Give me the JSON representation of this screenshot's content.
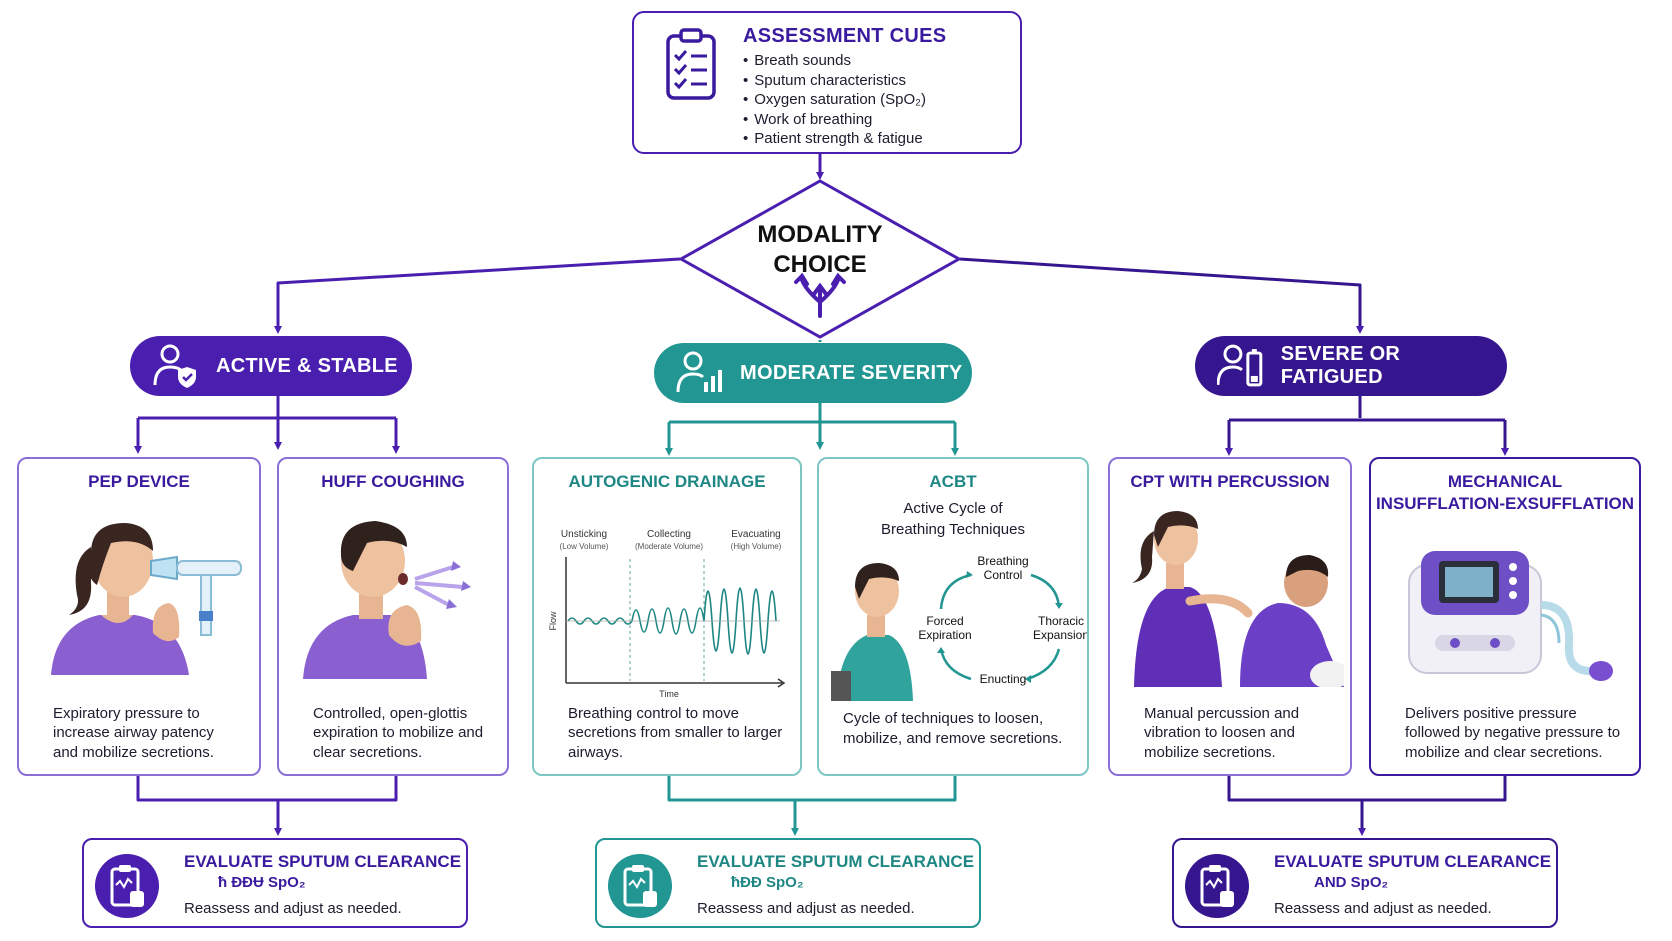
{
  "assessment": {
    "title": "ASSESSMENT CUES",
    "items": [
      "Breath sounds",
      "Sputum characteristics",
      "Oxygen saturation (SpO₂)",
      "Work of breathing",
      "Patient strength & fatigue"
    ]
  },
  "decision": {
    "title_line1": "MODALITY",
    "title_line2": "CHOICE"
  },
  "categories": {
    "active": "ACTIVE & STABLE",
    "moderate": "MODERATE SEVERITY",
    "severe": "SEVERE OR FATIGUED"
  },
  "modalities": {
    "pep": {
      "title": "PEP DEVICE",
      "description": "Expiratory pressure to increase airway patency and mobilize secretions."
    },
    "huff": {
      "title": "HUFF COUGHING",
      "description": "Controlled, open-glottis expiration to mobilize and clear secretions."
    },
    "autogenic": {
      "title": "AUTOGENIC DRAINAGE",
      "description": "Breathing control to move secretions from smaller to larger airways.",
      "chart": {
        "phases": [
          "Unsticking",
          "Collecting",
          "Evacuating"
        ],
        "phase_notes": [
          "(Low Volume)",
          "(Moderate Volume)",
          "(High Volume)"
        ],
        "xlabel": "Time",
        "ylabel": "Flow"
      }
    },
    "acbt": {
      "title": "ACBT",
      "subtitle_line1": "Active Cycle of",
      "subtitle_line2": "Breathing Techniques",
      "description": "Cycle of techniques to loosen, mobilize, and remove secretions.",
      "cycle": {
        "top_line1": "Breathing",
        "top_line2": "Control",
        "left_line1": "Forced",
        "left_line2": "Expiration",
        "right_line1": "Thoracic",
        "right_line2": "Expansion",
        "bottom": "Enucting"
      }
    },
    "cpt": {
      "title": "CPT WITH PERCUSSION",
      "description": "Manual percussion and vibration to loosen and mobilize secretions."
    },
    "mie": {
      "title_line1": "MECHANICAL",
      "title_line2": "INSUFFLATION-EXSUFFLATION",
      "description": "Delivers positive pressure followed by negative pressure to mobilize and clear secretions."
    }
  },
  "evaluations": [
    {
      "title": "EVALUATE SPUTUM CLEARANCE",
      "line2": "ħ ÐÐɄ SpO₂",
      "note": "Reassess and adjust as needed."
    },
    {
      "title": "EVALUATE SPUTUM CLEARANCE",
      "line2": "ħÐÐ SpO₂",
      "note": "Reassess and adjust as needed."
    },
    {
      "title": "EVALUATE SPUTUM CLEARANCE",
      "line2": "AND SpO₂",
      "note": "Reassess and adjust as needed."
    }
  ],
  "colors": {
    "purple": "#4a1fb0",
    "deep_purple": "#36168f",
    "teal": "#219693",
    "light_purple": "#8a70d6",
    "light_teal": "#7cc6c4"
  }
}
